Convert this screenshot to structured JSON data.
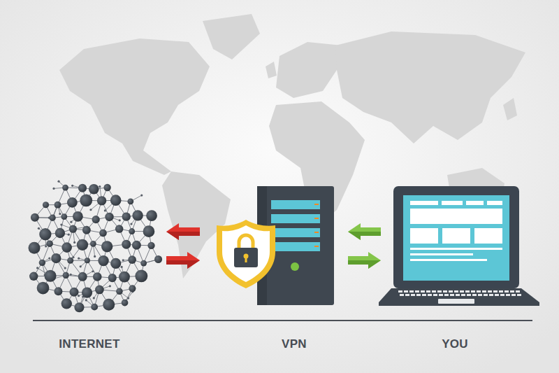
{
  "diagram": {
    "nodes": [
      {
        "text": [
          "INTERNET"
        ]
      },
      {
        "text": [
          "VPN"
        ]
      },
      {
        "text": [
          "YOU"
        ]
      }
    ],
    "edges": [
      {
        "from": 1,
        "to": 0,
        "arrow": "to"
      },
      {
        "from": 0,
        "to": 1,
        "arrow": "to"
      },
      {
        "from": 2,
        "to": 1,
        "arrow": "to"
      },
      {
        "from": 1,
        "to": 2,
        "arrow": "to"
      }
    ]
  }
}
